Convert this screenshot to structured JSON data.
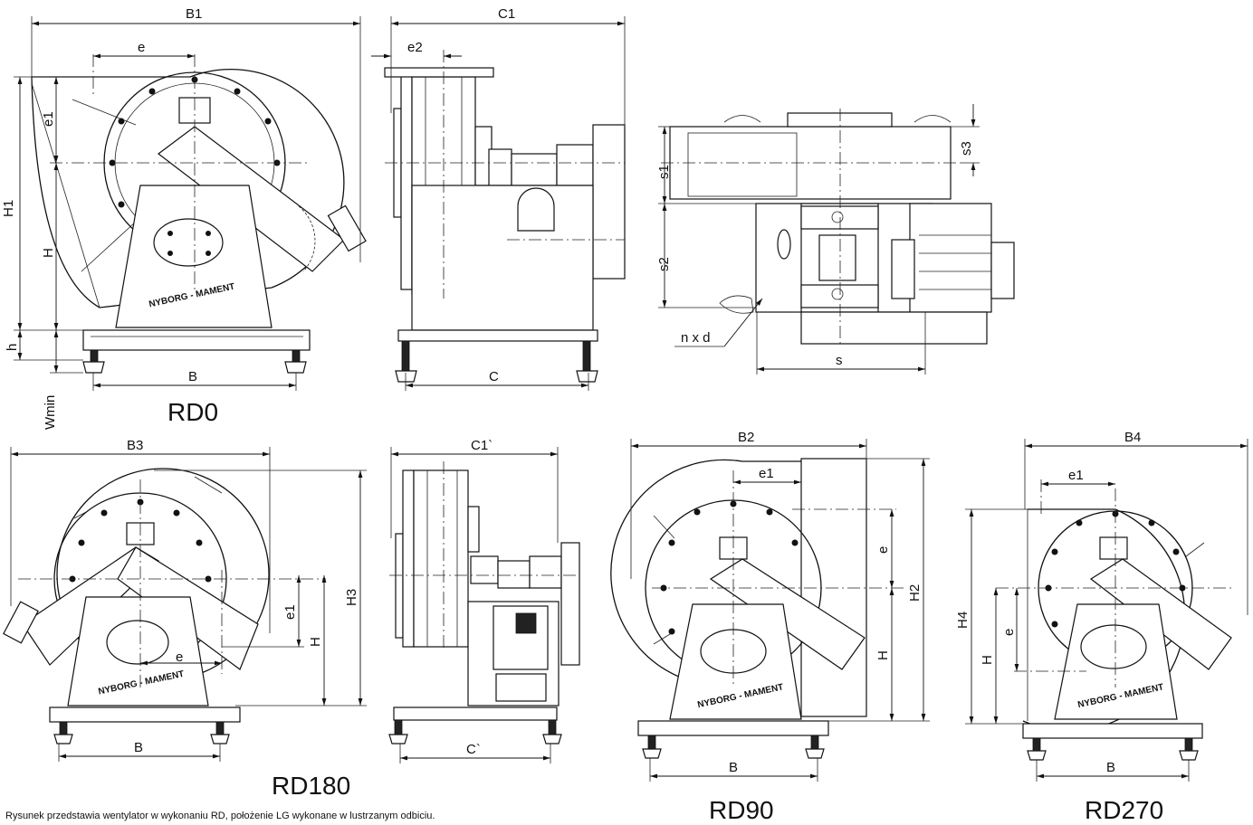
{
  "dims": {
    "B1": "B1",
    "C1": "C1",
    "e": "e",
    "e2": "e2",
    "e1": "e1",
    "H1": "H1",
    "H": "H",
    "h": "h",
    "Wmin": "Wmin",
    "B": "B",
    "C": "C",
    "s1": "s1",
    "s2": "s2",
    "s3": "s3",
    "s": "s",
    "nxd": "n x d",
    "B3": "B3",
    "C1p": "C1`",
    "Cp": "C`",
    "H3": "H3",
    "B2": "B2",
    "H2": "H2",
    "B4": "B4",
    "H4": "H4"
  },
  "titles": {
    "rd0": "RD0",
    "rd180": "RD180",
    "rd90": "RD90",
    "rd270": "RD270"
  },
  "logo": "NYBORG - MAMENT",
  "caption": "Rysunek przedstawia wentylator w wykonaniu RD, położenie LG wykonane w lustrzanym odbiciu."
}
